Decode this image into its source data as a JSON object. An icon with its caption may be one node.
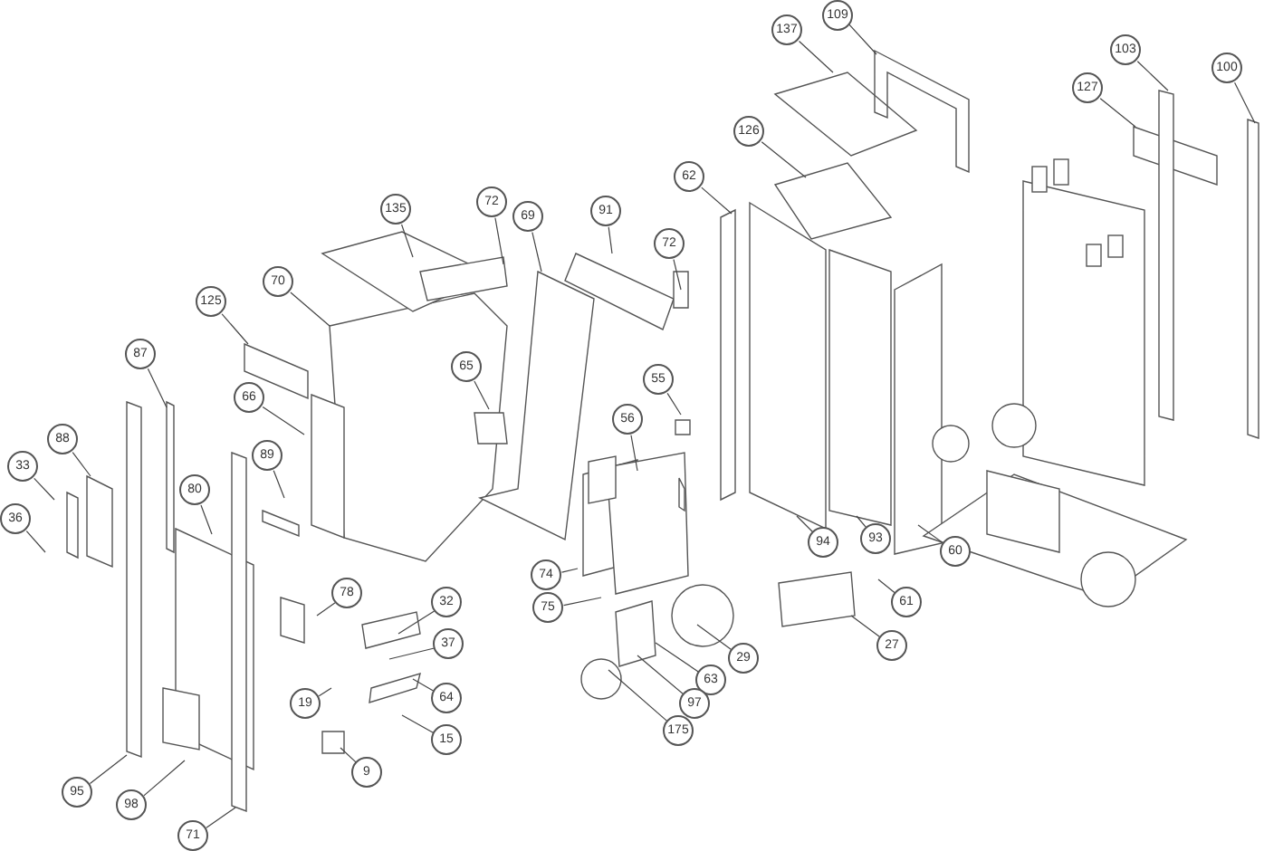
{
  "diagram": {
    "nodes": [
      {
        "text": [
          "109"
        ]
      },
      {
        "text": [
          "137"
        ]
      },
      {
        "text": [
          "103"
        ]
      },
      {
        "text": [
          "100"
        ]
      },
      {
        "text": [
          "127"
        ]
      },
      {
        "text": [
          "126"
        ]
      },
      {
        "text": [
          "62"
        ]
      },
      {
        "text": [
          "72"
        ]
      },
      {
        "text": [
          "135"
        ]
      },
      {
        "text": [
          "91"
        ]
      },
      {
        "text": [
          "69"
        ]
      },
      {
        "text": [
          "72"
        ]
      },
      {
        "text": [
          "70"
        ]
      },
      {
        "text": [
          "125"
        ]
      },
      {
        "text": [
          "87"
        ]
      },
      {
        "text": [
          "65"
        ]
      },
      {
        "text": [
          "55"
        ]
      },
      {
        "text": [
          "66"
        ]
      },
      {
        "text": [
          "56"
        ]
      },
      {
        "text": [
          "88"
        ]
      },
      {
        "text": [
          "89"
        ]
      },
      {
        "text": [
          "33"
        ]
      },
      {
        "text": [
          "80"
        ]
      },
      {
        "text": [
          "36"
        ]
      },
      {
        "text": [
          "93"
        ]
      },
      {
        "text": [
          "94"
        ]
      },
      {
        "text": [
          "60"
        ]
      },
      {
        "text": [
          "74"
        ]
      },
      {
        "text": [
          "78"
        ]
      },
      {
        "text": [
          "32"
        ]
      },
      {
        "text": [
          "61"
        ]
      },
      {
        "text": [
          "75"
        ]
      },
      {
        "text": [
          "37"
        ]
      },
      {
        "text": [
          "27"
        ]
      },
      {
        "text": [
          "29"
        ]
      },
      {
        "text": [
          "63"
        ]
      },
      {
        "text": [
          "64"
        ]
      },
      {
        "text": [
          "19"
        ]
      },
      {
        "text": [
          "97"
        ]
      },
      {
        "text": [
          "175"
        ]
      },
      {
        "text": [
          "15"
        ]
      },
      {
        "text": [
          "9"
        ]
      },
      {
        "text": [
          "95"
        ]
      },
      {
        "text": [
          "98"
        ]
      },
      {
        "text": [
          "71"
        ]
      }
    ],
    "edges": [
      {
        "from": 0,
        "to": null,
        "arrow": "none"
      },
      {
        "from": 1,
        "to": null,
        "arrow": "none"
      },
      {
        "from": 2,
        "to": null,
        "arrow": "none"
      },
      {
        "from": 3,
        "to": null,
        "arrow": "none"
      },
      {
        "from": 4,
        "to": null,
        "arrow": "none"
      },
      {
        "from": 5,
        "to": null,
        "arrow": "none"
      },
      {
        "from": 6,
        "to": null,
        "arrow": "none"
      },
      {
        "from": 7,
        "to": null,
        "arrow": "none"
      },
      {
        "from": 8,
        "to": null,
        "arrow": "none"
      },
      {
        "from": 9,
        "to": null,
        "arrow": "none"
      },
      {
        "from": 10,
        "to": null,
        "arrow": "none"
      },
      {
        "from": 11,
        "to": null,
        "arrow": "none"
      },
      {
        "from": 12,
        "to": null,
        "arrow": "none"
      },
      {
        "from": 13,
        "to": null,
        "arrow": "none"
      },
      {
        "from": 14,
        "to": null,
        "arrow": "none"
      },
      {
        "from": 15,
        "to": null,
        "arrow": "none"
      },
      {
        "from": 16,
        "to": null,
        "arrow": "none"
      },
      {
        "from": 17,
        "to": null,
        "arrow": "none"
      },
      {
        "from": 18,
        "to": null,
        "arrow": "none"
      },
      {
        "from": 19,
        "to": null,
        "arrow": "none"
      },
      {
        "from": 20,
        "to": null,
        "arrow": "none"
      },
      {
        "from": 21,
        "to": null,
        "arrow": "none"
      },
      {
        "from": 22,
        "to": null,
        "arrow": "none"
      },
      {
        "from": 23,
        "to": null,
        "arrow": "none"
      },
      {
        "from": 24,
        "to": null,
        "arrow": "none"
      },
      {
        "from": 25,
        "to": null,
        "arrow": "none"
      },
      {
        "from": 26,
        "to": null,
        "arrow": "none"
      },
      {
        "from": 27,
        "to": null,
        "arrow": "none"
      },
      {
        "from": 28,
        "to": null,
        "arrow": "none"
      },
      {
        "from": 29,
        "to": null,
        "arrow": "none"
      },
      {
        "from": 30,
        "to": null,
        "arrow": "none"
      },
      {
        "from": 31,
        "to": null,
        "arrow": "none"
      },
      {
        "from": 32,
        "to": null,
        "arrow": "none"
      },
      {
        "from": 33,
        "to": null,
        "arrow": "none"
      },
      {
        "from": 34,
        "to": null,
        "arrow": "none"
      },
      {
        "from": 35,
        "to": null,
        "arrow": "none"
      },
      {
        "from": 36,
        "to": null,
        "arrow": "none"
      },
      {
        "from": 37,
        "to": null,
        "arrow": "none"
      },
      {
        "from": 38,
        "to": null,
        "arrow": "none"
      },
      {
        "from": 39,
        "to": null,
        "arrow": "none"
      },
      {
        "from": 40,
        "to": null,
        "arrow": "none"
      },
      {
        "from": 41,
        "to": null,
        "arrow": "none"
      },
      {
        "from": 42,
        "to": null,
        "arrow": "none"
      },
      {
        "from": 43,
        "to": null,
        "arrow": "none"
      },
      {
        "from": 44,
        "to": null,
        "arrow": "none"
      }
    ]
  }
}
